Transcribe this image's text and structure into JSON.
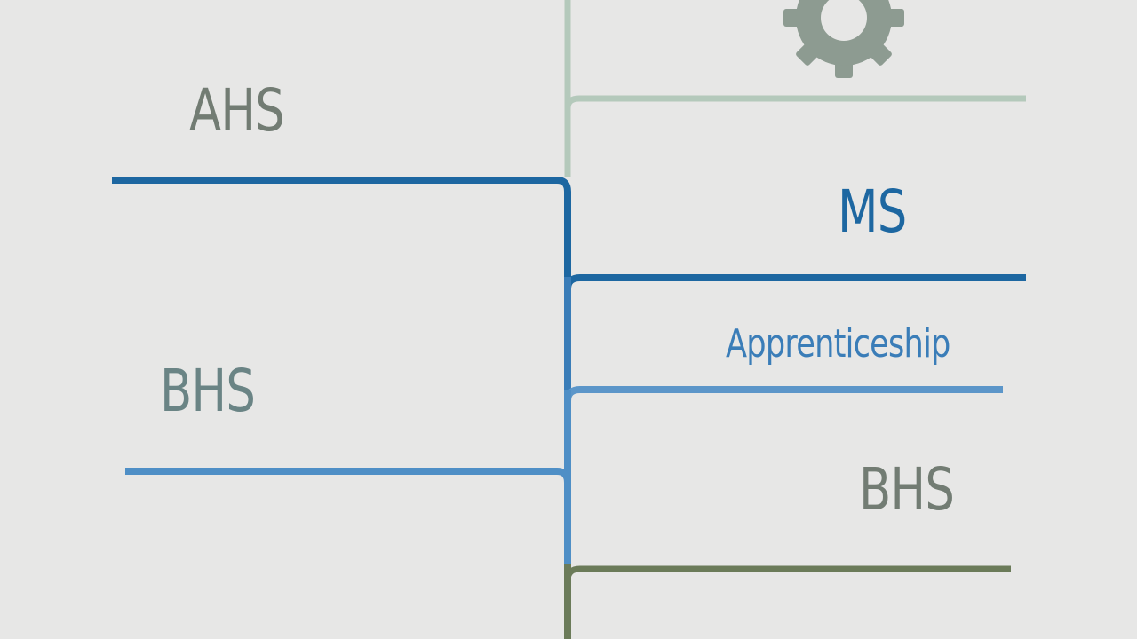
{
  "labels": {
    "ahs": "AHS",
    "bhs_left": "BHS",
    "ms": "MS",
    "apprenticeship": "Apprenticeship",
    "bhs_right": "BHS"
  },
  "icons": {
    "top": "gear-icon"
  },
  "colors": {
    "background": "#e7e7e6",
    "gray_label": "#727c73",
    "slate_label": "#6a8485",
    "blue_dark": "#1d67a1",
    "blue_mid": "#3a7db8",
    "blue_light": "#5c96c9",
    "green_light": "#b4c9bb",
    "olive": "#6b7b59",
    "gear": "#8d9b91"
  }
}
